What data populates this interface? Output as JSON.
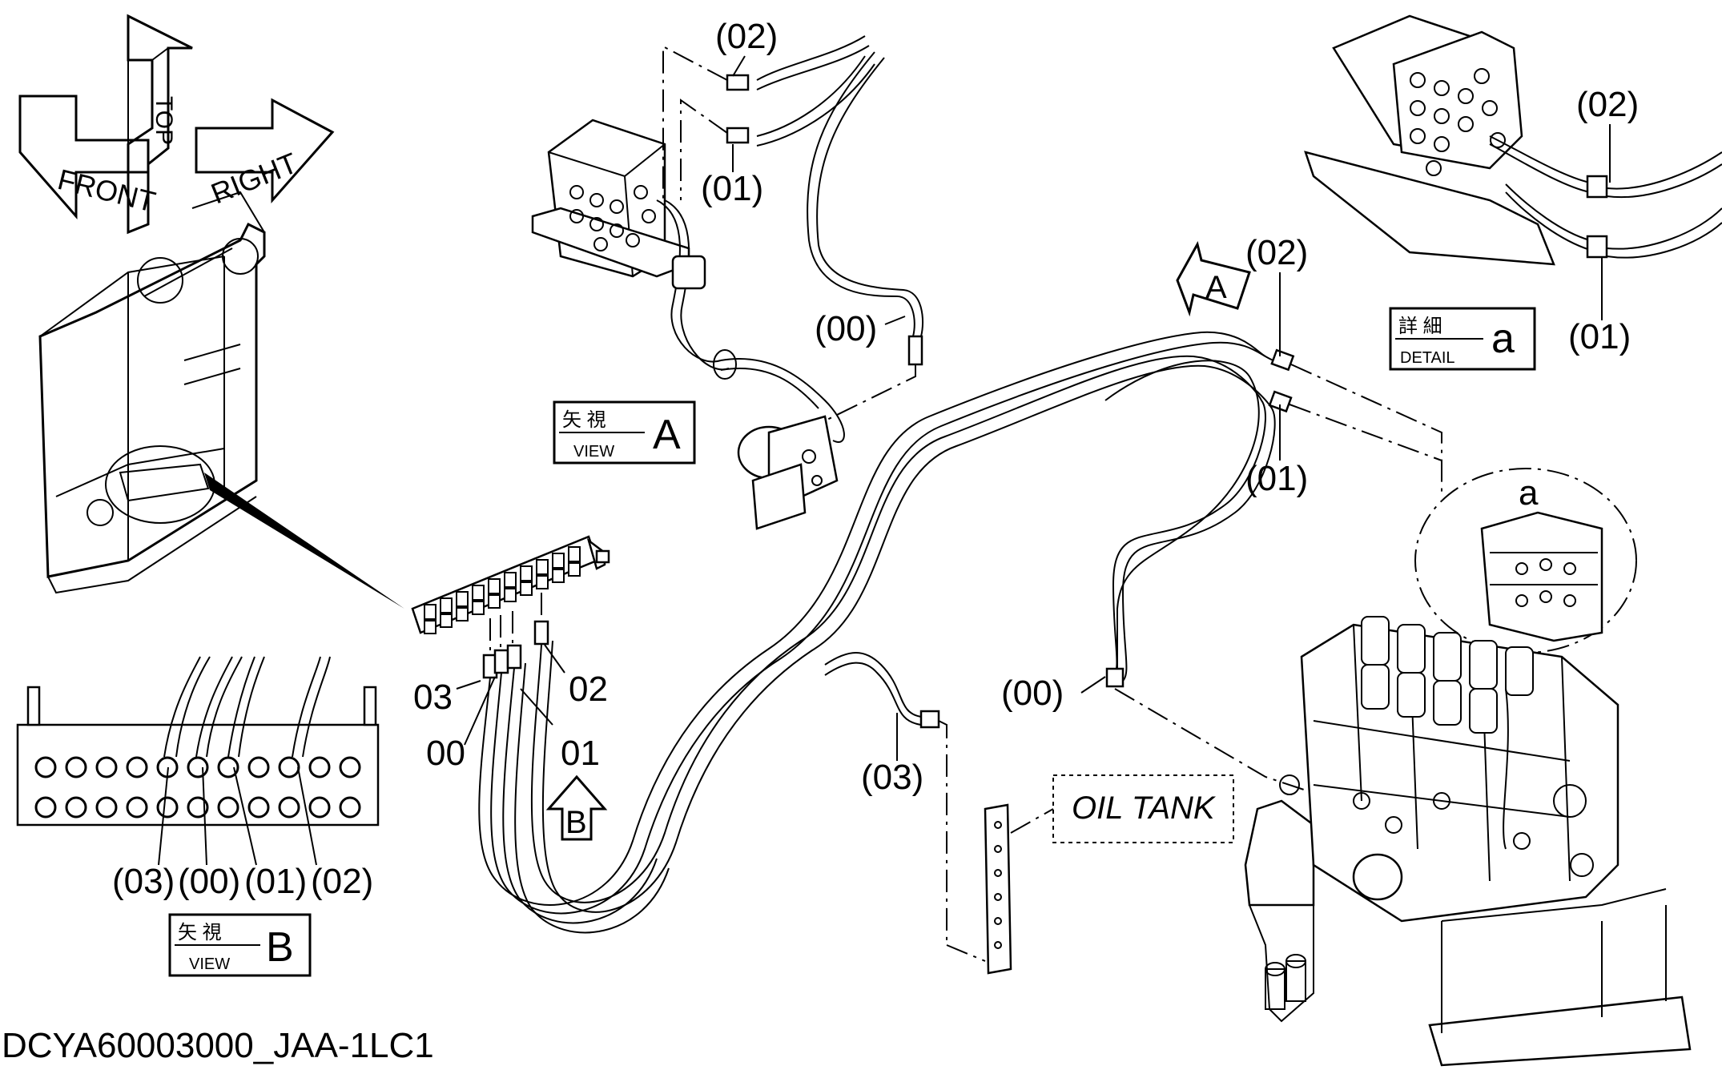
{
  "callouts": {
    "view_a_top_02": "(02)",
    "view_a_top_01": "(01)",
    "view_a_00": "(00)",
    "main_02": "(02)",
    "main_01": "(01)",
    "main_00": "(00)",
    "main_03": "(03)",
    "detail_02": "(02)",
    "detail_01": "(01)",
    "bank_03": "03",
    "bank_00": "00",
    "bank_01": "01",
    "bank_02": "02",
    "view_b_03": "(03)",
    "view_b_00": "(00)",
    "view_b_01": "(01)",
    "view_b_02": "(02)",
    "detail_circle": "a"
  },
  "arrows": {
    "view_a_arrow": "A",
    "view_b_arrow": "B"
  },
  "orientation": {
    "front": "FRONT",
    "top": "TOP",
    "right": "RIGHT"
  },
  "view_boxes": {
    "view_a": {
      "jp": "矢 視",
      "en": "VIEW",
      "letter": "A"
    },
    "view_b": {
      "jp": "矢 視",
      "en": "VIEW",
      "letter": "B"
    },
    "detail_a": {
      "jp": "詳 細",
      "en": "DETAIL",
      "letter": "a"
    }
  },
  "oil_tank_label": "OIL TANK",
  "drawing_id": "DCYA60003000_JAA-1LC1"
}
